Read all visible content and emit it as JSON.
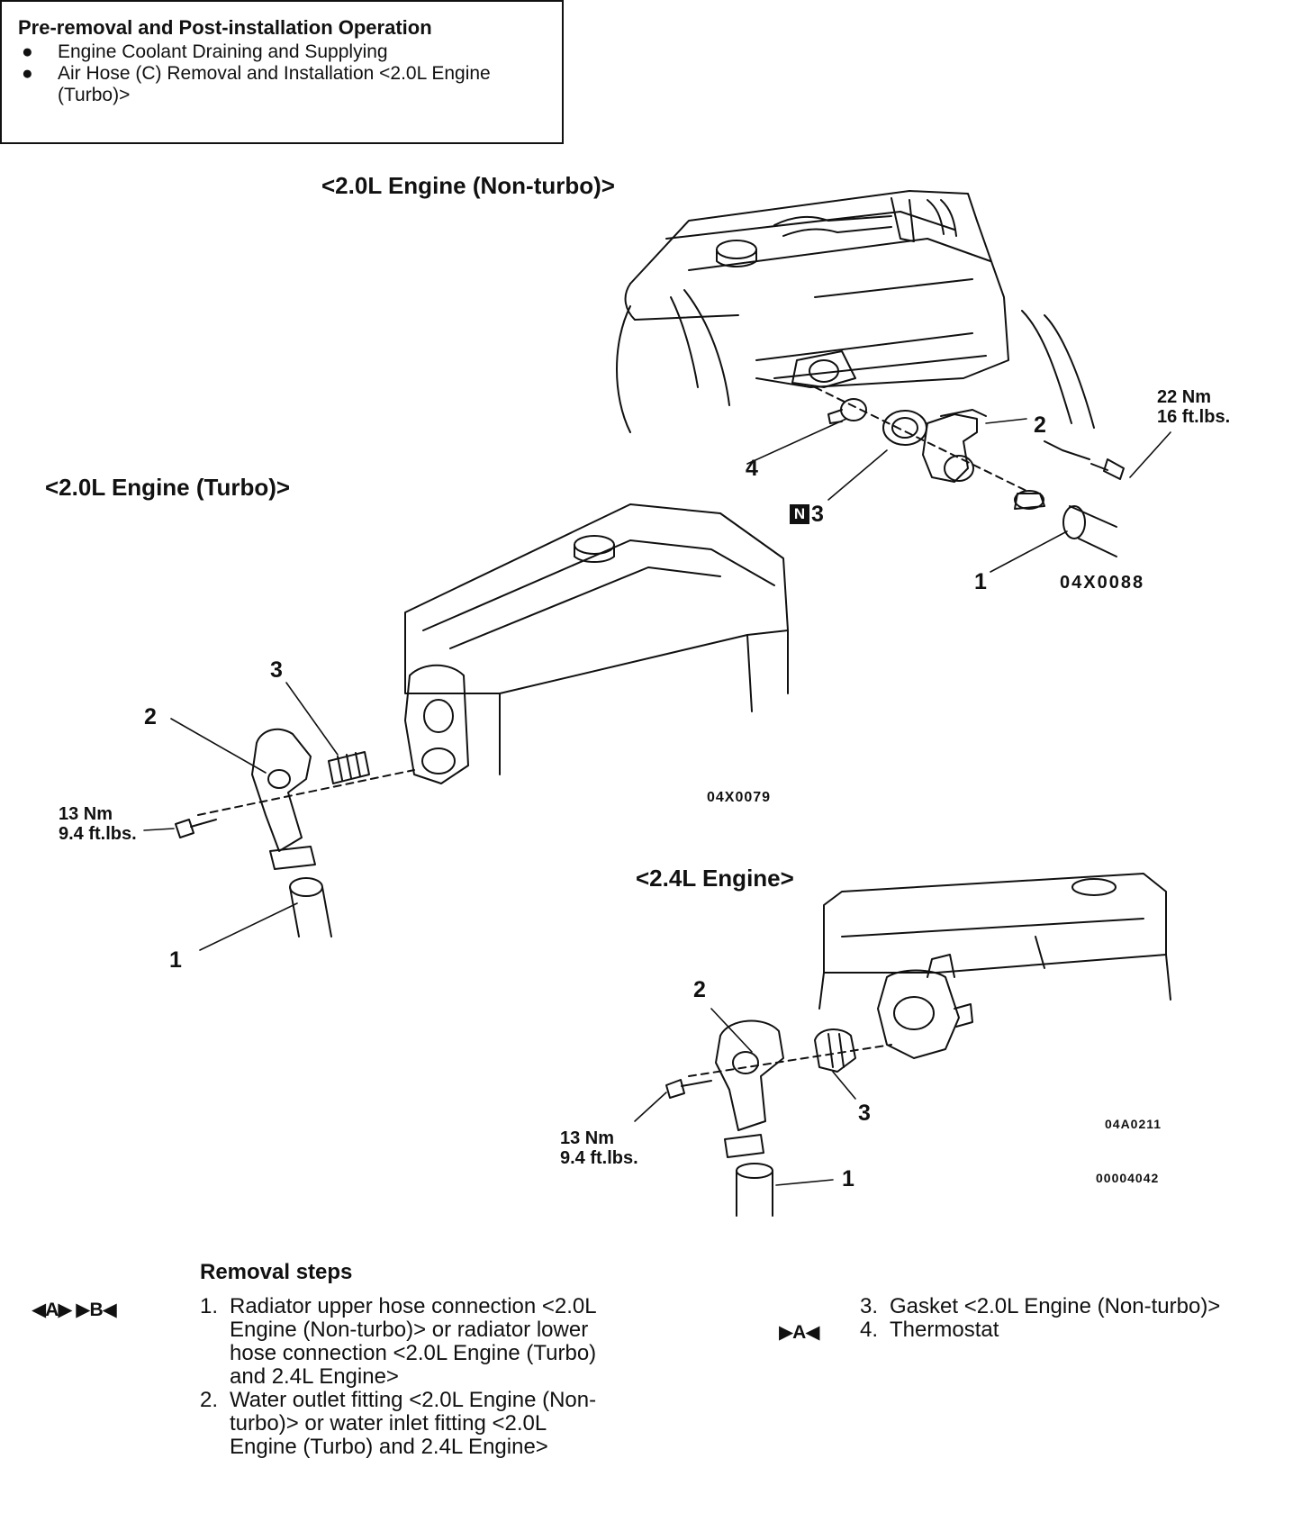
{
  "pre_box": {
    "title": "Pre-removal and Post-installation Operation",
    "items": [
      "Engine Coolant Draining and Supplying",
      "Air Hose (C) Removal and Installation <2.0L Engine (Turbo)>"
    ]
  },
  "diagram_nonturbo": {
    "heading": "<2.0L Engine (Non-turbo)>",
    "labels": {
      "c1": "1",
      "c2": "2",
      "c3": "3",
      "c3_badge": "N",
      "c4": "4"
    },
    "torque": [
      "22 Nm",
      "16 ft.lbs."
    ],
    "code": "04X0088"
  },
  "diagram_turbo": {
    "heading": "<2.0L Engine (Turbo)>",
    "labels": {
      "c1": "1",
      "c2": "2",
      "c3": "3"
    },
    "torque": [
      "13 Nm",
      "9.4 ft.lbs."
    ],
    "code": "04X0079"
  },
  "diagram_24": {
    "heading": "<2.4L Engine>",
    "labels": {
      "c1": "1",
      "c2": "2",
      "c3": "3"
    },
    "torque": [
      "13 Nm",
      "9.4 ft.lbs."
    ],
    "code1": "04A0211",
    "code2": "00004042"
  },
  "removal": {
    "title": "Removal steps",
    "symbol_left": "◀A▶ ▶B◀",
    "symbol_right": "▶A◀",
    "steps": [
      {
        "num": "1.",
        "text": "Radiator upper hose connection <2.0L Engine (Non-turbo)> or radiator lower hose connection <2.0L Engine (Turbo) and 2.4L Engine>"
      },
      {
        "num": "2.",
        "text": "Water outlet fitting <2.0L Engine (Non-turbo)> or water inlet fitting <2.0L Engine (Turbo) and 2.4L Engine>"
      },
      {
        "num": "3.",
        "text": "Gasket <2.0L Engine (Non-turbo)>"
      },
      {
        "num": "4.",
        "text": "Thermostat"
      }
    ]
  }
}
